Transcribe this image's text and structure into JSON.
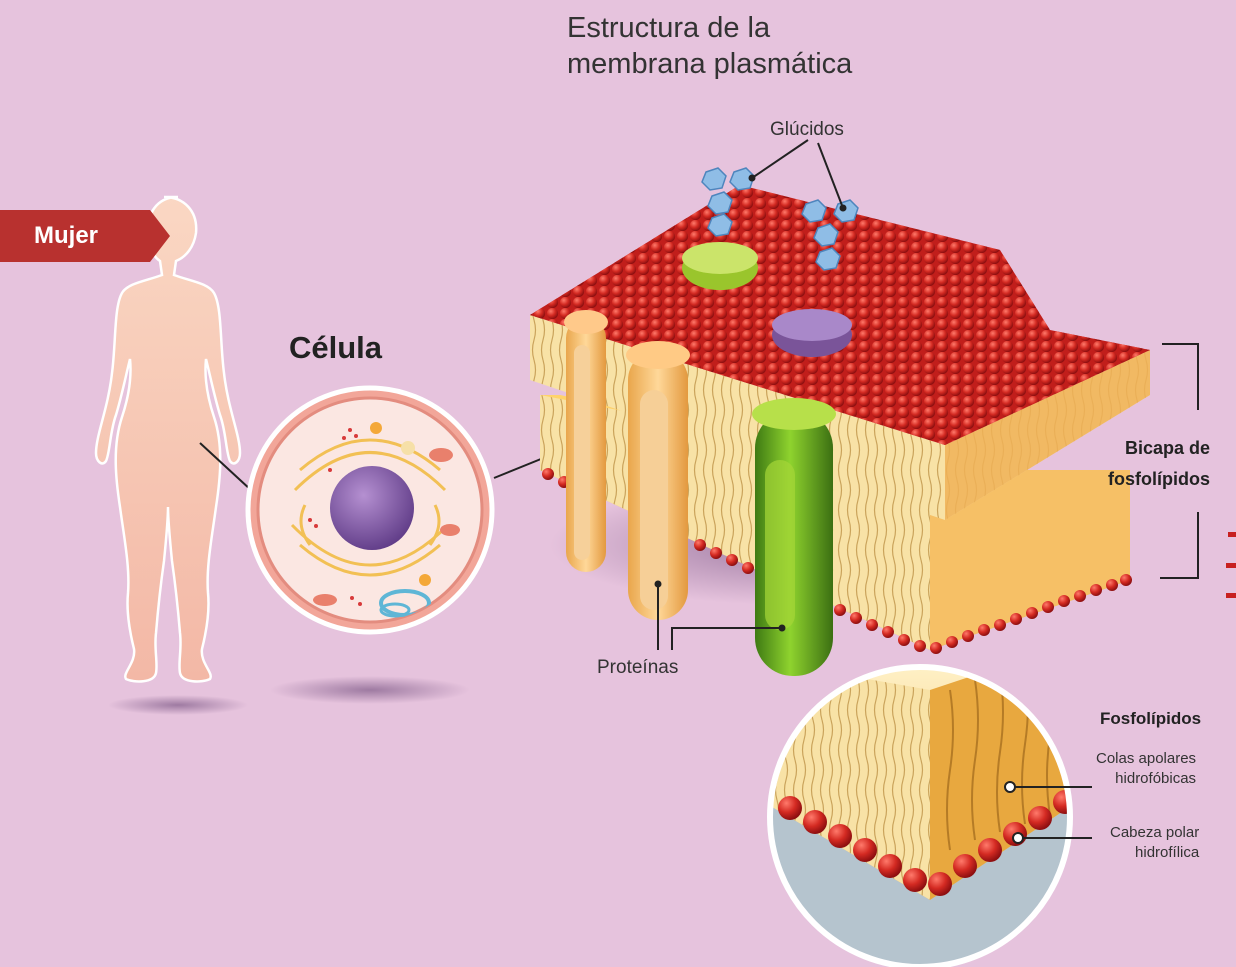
{
  "title_line1": "Estructura de la",
  "title_line2": "membrana plasmática",
  "labels": {
    "woman_tag": "Mujer",
    "cell": "Célula",
    "carbohydrates": "Glúcidos",
    "proteins": "Proteínas",
    "bilayer_line1": "Bicapa de",
    "bilayer_line2": "fosfolípidos",
    "phospholipids": "Fosfolípidos",
    "tails_line1": "Colas apolares",
    "tails_line2": "hidrofóbicas",
    "head_line1": "Cabeza polar",
    "head_line2": "hidrofílica"
  },
  "colors": {
    "background": "#e6c3dd",
    "tag": "#b8312f",
    "head": "#c8201f",
    "tail": "#f6d98f",
    "green_protein": "#5fa31d",
    "purple": "#8e6bb0",
    "glycan": "#7fb2e0",
    "nucleus": "#7e57a2",
    "silhouette": "#f7cdb7"
  },
  "icons": [
    "woman-silhouette",
    "cell-illustration",
    "membrane-illustration",
    "zoom-lens"
  ]
}
